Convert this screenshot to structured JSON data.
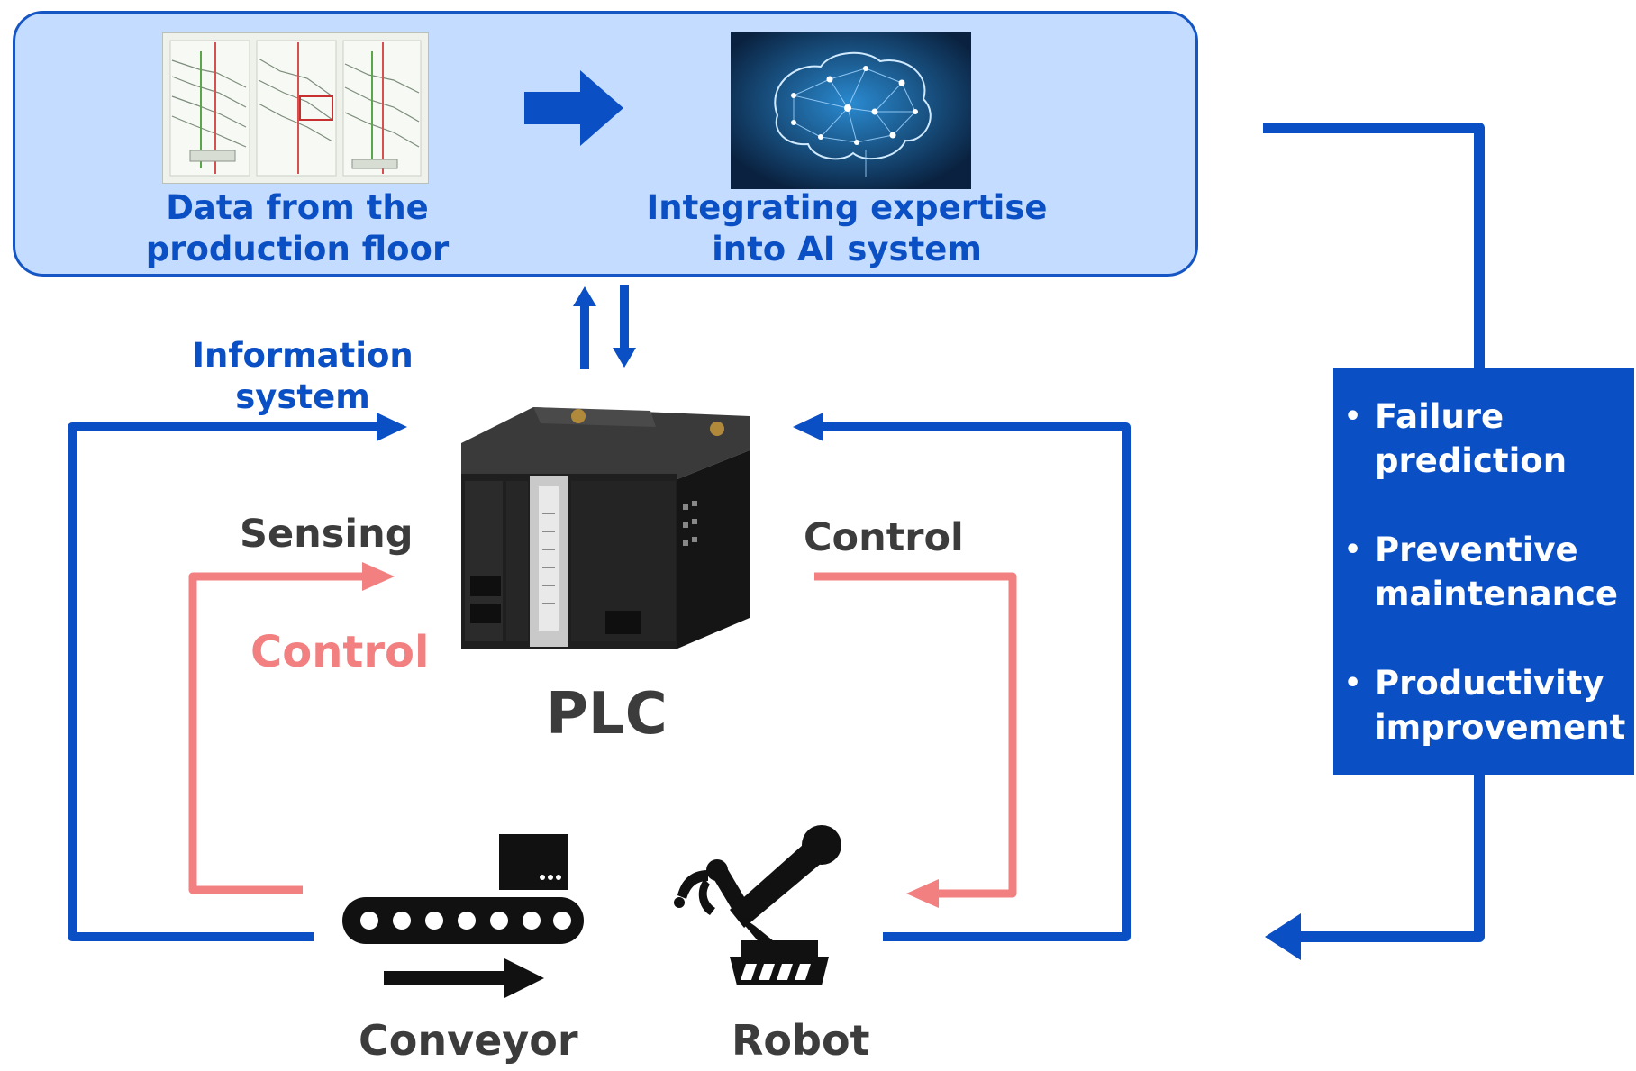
{
  "top_panel": {
    "left_caption": [
      "Data from the",
      "production floor"
    ],
    "right_caption": [
      "Integrating expertise",
      "into AI system"
    ]
  },
  "labels": {
    "information_system": [
      "Information",
      "system"
    ],
    "sensing": "Sensing",
    "control_left": "Control",
    "control_right": "Control",
    "plc": "PLC",
    "conveyor": "Conveyor",
    "robot": "Robot"
  },
  "benefits": [
    [
      "Failure",
      "prediction"
    ],
    [
      "Preventive",
      "maintenance"
    ],
    [
      "Productivity",
      "improvement"
    ]
  ],
  "bullet_glyph": "•",
  "colors": {
    "blue": "#0b4fc4",
    "panel_fill": "#c4dcff",
    "pink": "#f28080",
    "gray_text": "#3c3c3c",
    "black": "#111111"
  },
  "icons": {
    "production_data": "production-data-chart-icon",
    "ai_brain": "ai-brain-network-icon",
    "plc": "plc-controller-icon",
    "conveyor": "conveyor-belt-icon",
    "robot": "robot-arm-icon"
  }
}
